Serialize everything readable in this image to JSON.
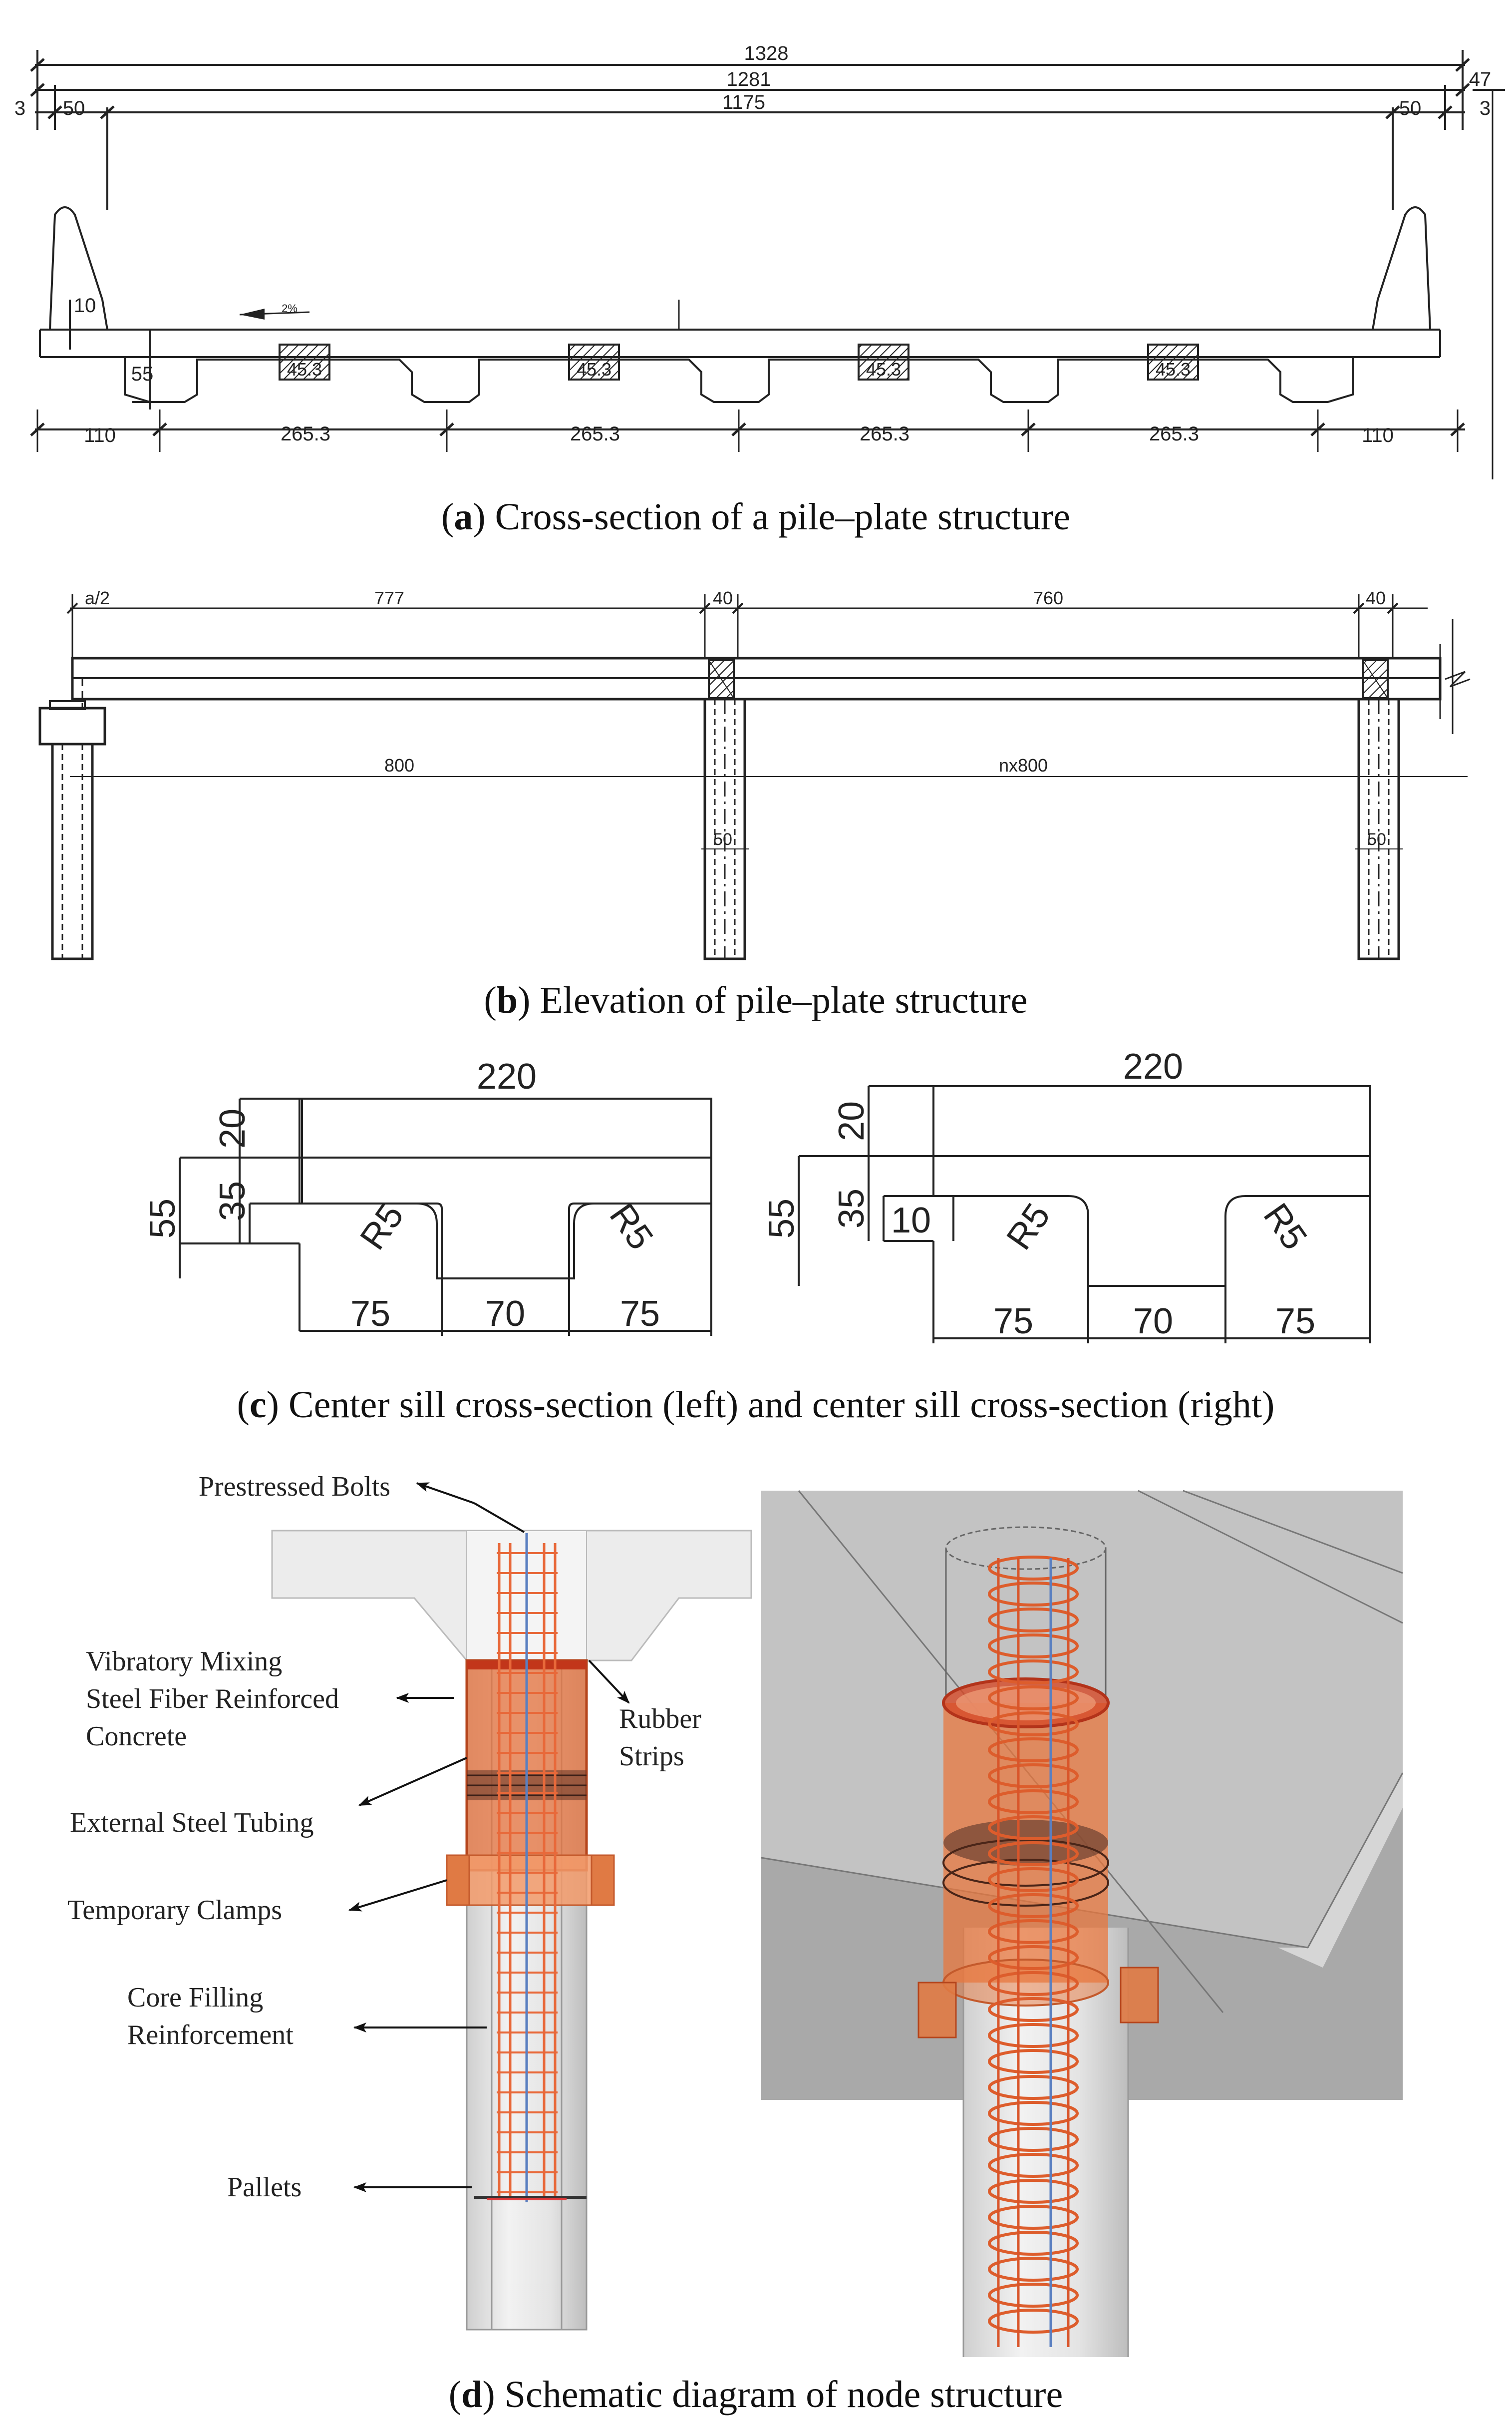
{
  "captions": {
    "a": {
      "letter": "a",
      "text": " Cross-section of a pile–plate structure"
    },
    "b": {
      "letter": "b",
      "text": " Elevation of pile–plate structure"
    },
    "c": {
      "letter": "c",
      "text": " Center sill cross-section (left) and center sill cross-section (right)"
    },
    "d": {
      "letter": "d",
      "text": " Schematic diagram of node structure"
    }
  },
  "panel_a": {
    "dims_top": [
      "1328",
      "1281",
      "1175",
      "47",
      "3",
      "3",
      "50",
      "50"
    ],
    "dim_left_10": "10",
    "dim_left_55": "55",
    "slope": "2%",
    "void_label": "45.3",
    "bottom": [
      "110",
      "265.3",
      "265.3",
      "265.3",
      "265.3",
      "110"
    ]
  },
  "panel_b": {
    "top": [
      "a/2",
      "777",
      "40",
      "760",
      "40"
    ],
    "mid": [
      "800",
      "nx800"
    ],
    "pile": "50"
  },
  "panel_c": {
    "top": "220",
    "left_55": "55",
    "left_20": "20",
    "left_35": "35",
    "r": "R5",
    "bottom": [
      "75",
      "70",
      "75"
    ],
    "right_10": "10"
  },
  "panel_d": {
    "labels": {
      "prestressed_bolts": "Prestressed Bolts",
      "vibratory_1": "Vibratory Mixing",
      "vibratory_2": "Steel Fiber Reinforced",
      "vibratory_3": "Concrete",
      "rubber_1": "Rubber",
      "rubber_2": "Strips",
      "external_tubing": "External Steel Tubing",
      "temporary_clamps": "Temporary Clamps",
      "core_1": "Core Filling",
      "core_2": "Reinforcement",
      "pallets": "Pallets"
    }
  }
}
